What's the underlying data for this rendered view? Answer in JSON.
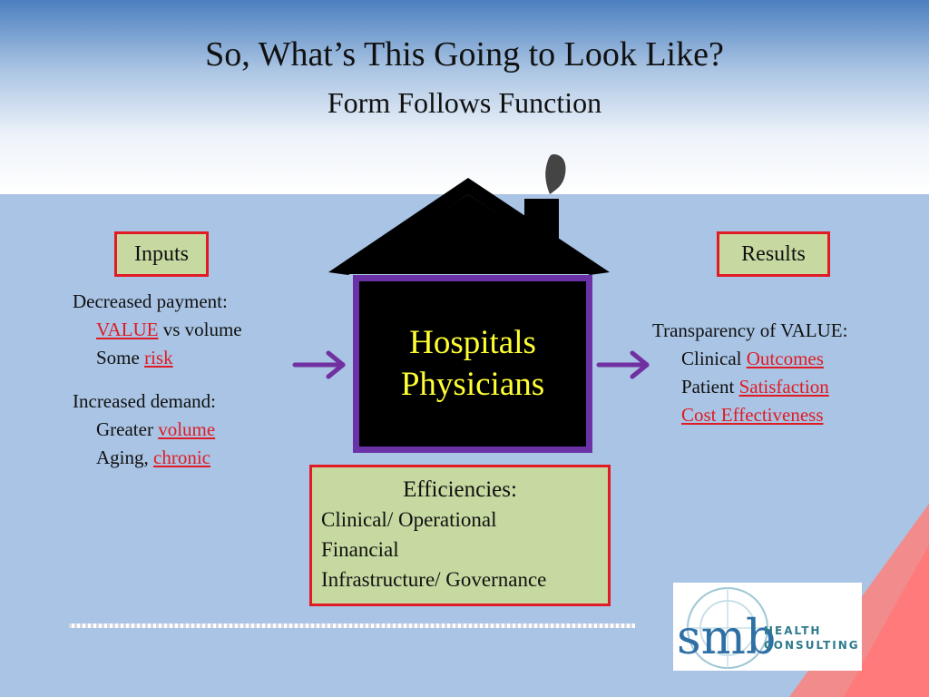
{
  "slide": {
    "title": "So, What’s This Going to Look Like?",
    "subtitle": "Form Follows Function"
  },
  "inputs": {
    "label": "Inputs",
    "payment_heading": "Decreased payment:",
    "value_word": "VALUE",
    "value_rest": " vs volume",
    "some": "Some ",
    "risk": "risk",
    "demand_heading": "Increased demand:",
    "greater": "Greater ",
    "volume": "volume",
    "aging": "Aging, ",
    "chronic": "chronic"
  },
  "core": {
    "line1": "Hospitals",
    "line2": "Physicians"
  },
  "results": {
    "label": "Results",
    "heading": "Transparency of VALUE:",
    "clinical": "Clinical ",
    "outcomes": "Outcomes",
    "patient": "Patient ",
    "satisfaction": "Satisfaction",
    "cost": "Cost Effectiveness"
  },
  "efficiencies": {
    "title": "Efficiencies:",
    "items": [
      "Clinical/ Operational",
      "Financial",
      "Infrastructure/ Governance"
    ]
  },
  "logo": {
    "letters": "smb",
    "word1": "HEALTH",
    "word2": "CONSULTING"
  },
  "colors": {
    "accent_red": "#e01b24",
    "box_green": "#c5d9a0",
    "core_purple": "#6b32a8",
    "core_text_yellow": "#ffff33",
    "background_blue": "#a9c4e4"
  }
}
